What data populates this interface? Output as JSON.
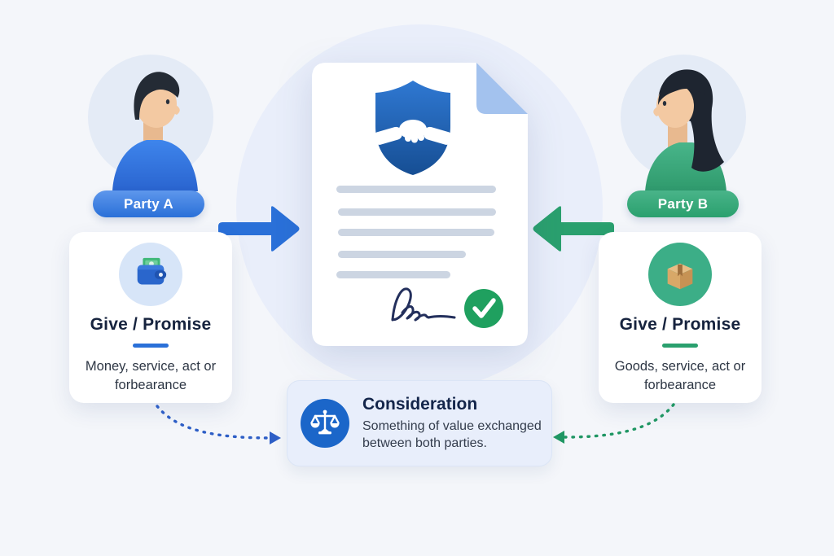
{
  "party_a": {
    "label": "Party A",
    "avatar": "man-avatar",
    "card": {
      "icon": "wallet-icon",
      "title": "Give / Promise",
      "description": "Money, service, act or forbearance"
    }
  },
  "party_b": {
    "label": "Party B",
    "avatar": "woman-avatar",
    "card": {
      "icon": "box-icon",
      "title": "Give / Promise",
      "description": "Goods, service, act or forbearance"
    }
  },
  "contract_document": {
    "icon": "handshake-shield-icon",
    "signature_icon": "signature-scribble",
    "status_icon": "approved-check-icon"
  },
  "consideration": {
    "icon": "scales-icon",
    "title": "Consideration",
    "description": "Something of value exchanged between both parties."
  },
  "colors": {
    "party_a_accent": "#2a70d8",
    "party_b_accent": "#2aa06e",
    "consideration_accent": "#1b66c9",
    "check_green": "#1fa05f",
    "shield_blue": "#1f5cac",
    "fold_blue": "#a3c2ee",
    "title_navy": "#16233e",
    "body_text": "#2d3644",
    "background": "#f4f6fa",
    "background_circle": "#e9eefa"
  }
}
